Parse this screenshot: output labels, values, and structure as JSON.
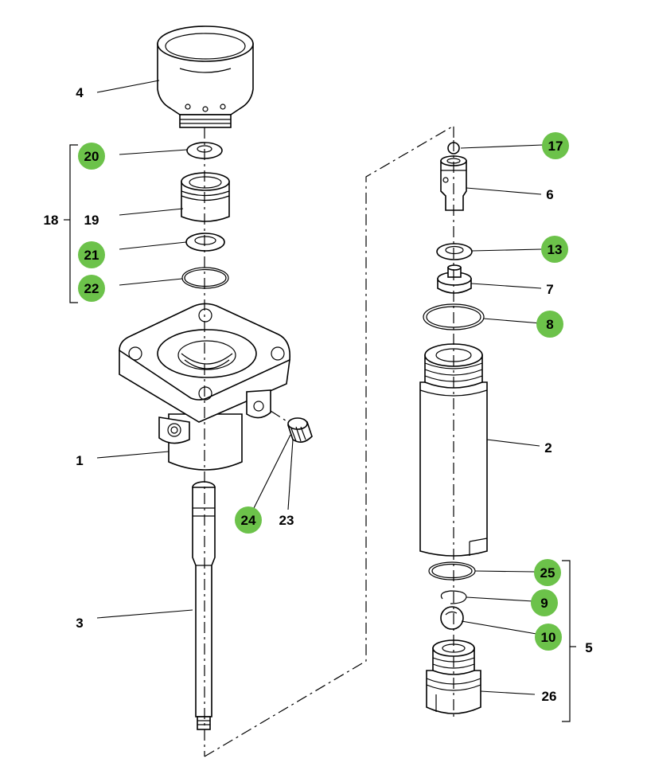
{
  "colors": {
    "badge_fill": "#6cc24a",
    "line": "#000000",
    "background": "#ffffff"
  },
  "labels": {
    "p1": "1",
    "p2": "2",
    "p3": "3",
    "p4": "4",
    "p5": "5",
    "p6": "6",
    "p7": "7",
    "p18": "18",
    "p19": "19",
    "p23": "23",
    "p26": "26"
  },
  "badges": {
    "b8": "8",
    "b9": "9",
    "b10": "10",
    "b13": "13",
    "b17": "17",
    "b20": "20",
    "b21": "21",
    "b22": "22",
    "b24": "24",
    "b25": "25"
  }
}
